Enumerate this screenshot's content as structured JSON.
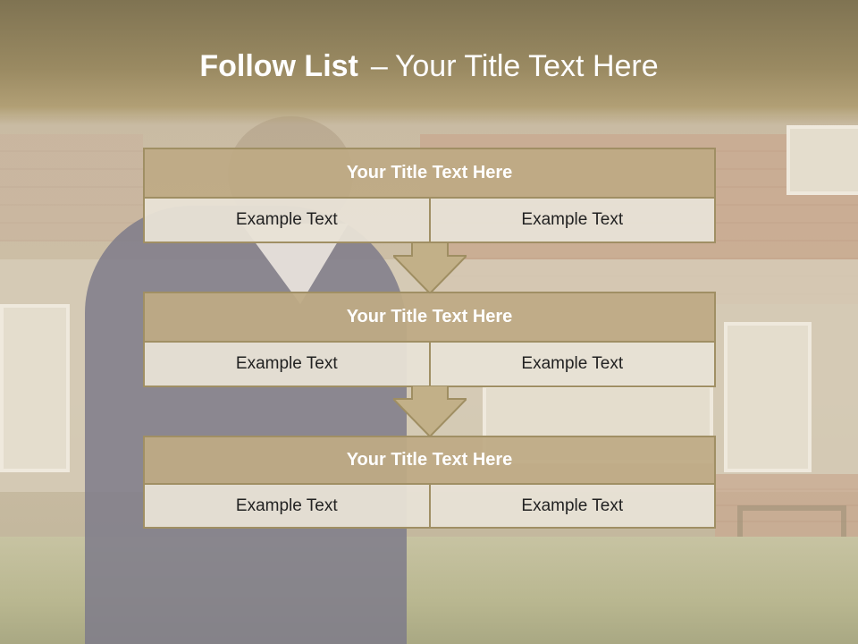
{
  "slide": {
    "title_bold": "Follow List",
    "title_separator": "–",
    "title_rest": "Your Title Text Here"
  },
  "blocks": [
    {
      "title": "Your Title Text Here",
      "left": "Example Text",
      "right": "Example Text"
    },
    {
      "title": "Your Title Text Here",
      "left": "Example Text",
      "right": "Example Text"
    },
    {
      "title": "Your Title Text Here",
      "left": "Example Text",
      "right": "Example Text"
    }
  ],
  "colors": {
    "header": "#9a8a62",
    "block_title": "#bfac85",
    "block_cell": "#e8e2d6",
    "border": "#a08f64",
    "arrow": "#c2b088"
  },
  "icons": [
    "down-arrow-icon",
    "down-arrow-icon"
  ]
}
